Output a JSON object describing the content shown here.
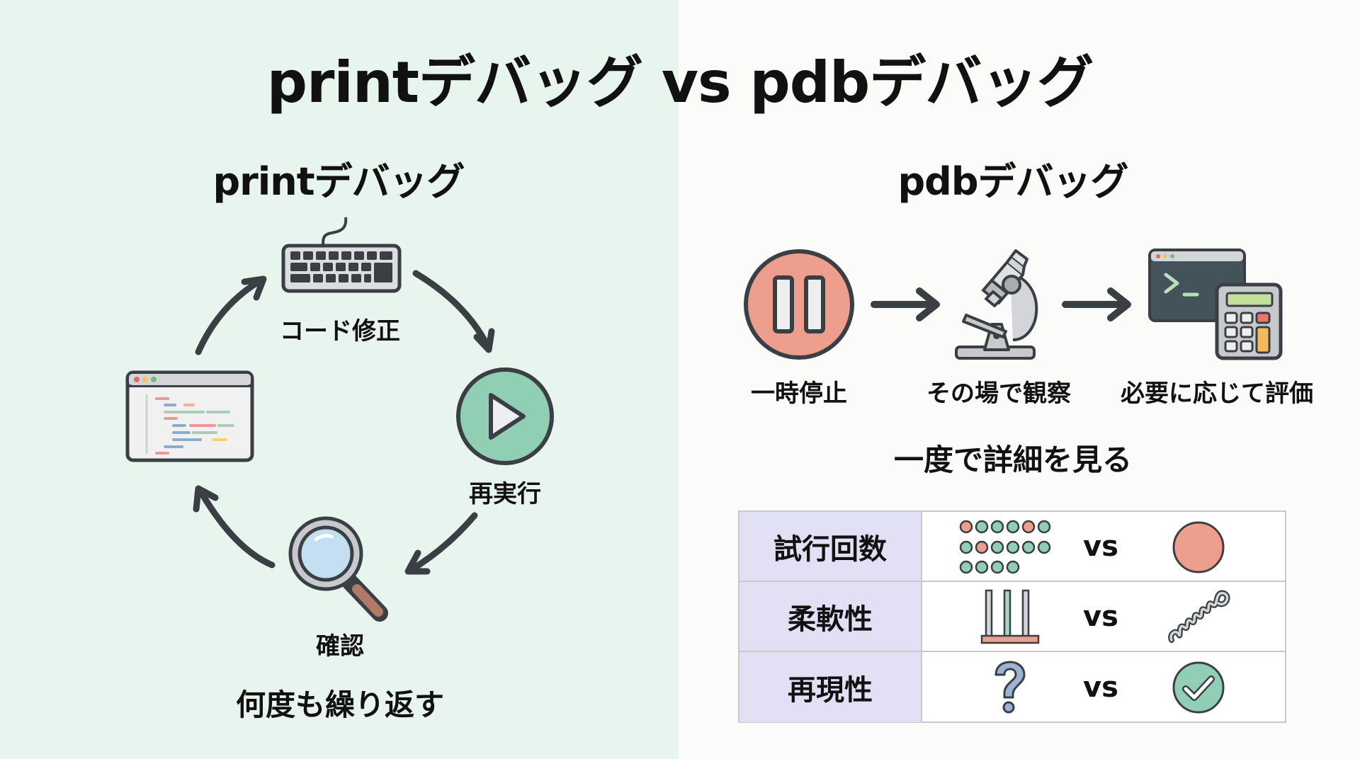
{
  "title": "printデバッグ vs pdbデバッグ",
  "left": {
    "heading": "printデバッグ",
    "cycle": [
      {
        "label": "コード修正",
        "icon": "keyboard-icon"
      },
      {
        "label": "再実行",
        "icon": "play-icon"
      },
      {
        "label": "確認",
        "icon": "magnifier-icon"
      },
      {
        "label": "",
        "icon": "code-editor-icon"
      }
    ],
    "caption": "何度も繰り返す"
  },
  "right": {
    "heading": "pdbデバッグ",
    "steps": [
      {
        "label": "一時停止",
        "icon": "pause-icon"
      },
      {
        "label": "その場で観察",
        "icon": "microscope-icon"
      },
      {
        "label": "必要に応じて評価",
        "icon": "terminal-calculator-icon"
      }
    ],
    "caption": "一度で詳細を見る",
    "comparison": {
      "vs_label": "vs",
      "rows": [
        {
          "label": "試行回数",
          "print_icon": "many-dots-icon",
          "pdb_icon": "single-circle-icon"
        },
        {
          "label": "柔軟性",
          "print_icon": "rigid-bars-icon",
          "pdb_icon": "spring-icon"
        },
        {
          "label": "再現性",
          "print_icon": "question-mark-icon",
          "pdb_icon": "check-circle-icon"
        }
      ]
    }
  },
  "colors": {
    "left_bg": "#e8f5ee",
    "right_bg": "#fbfbfa",
    "outline": "#3a3f44",
    "green": "#90cfb4",
    "salmon": "#ee9e8c",
    "header_lavender": "#e1e0f5",
    "blue": "#9bb4d4"
  }
}
